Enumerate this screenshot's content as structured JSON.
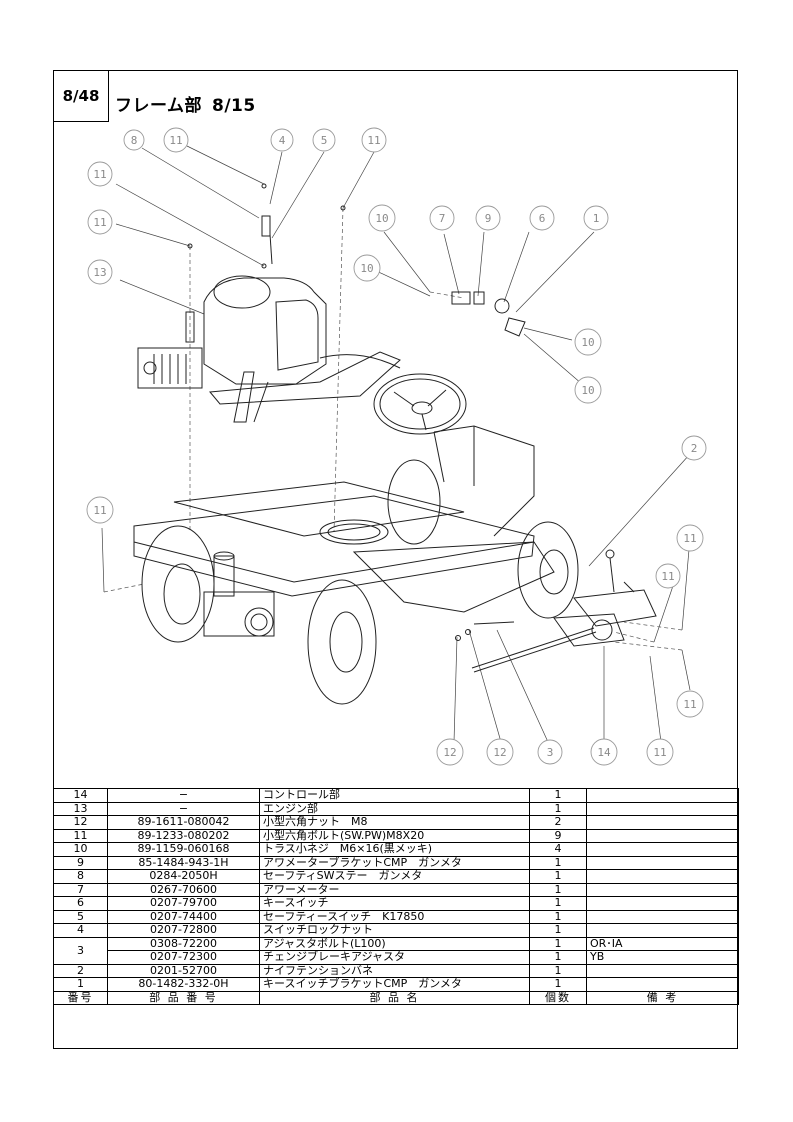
{
  "page": {
    "page_number": "8/48",
    "title": "フレーム部",
    "section_page": "8/15"
  },
  "callouts": [
    "8",
    "11",
    "4",
    "5",
    "11",
    "11",
    "11",
    "10",
    "7",
    "9",
    "6",
    "1",
    "10",
    "10",
    "10",
    "13",
    "2",
    "11",
    "11",
    "11",
    "11",
    "12",
    "12",
    "3",
    "14",
    "11"
  ],
  "table": {
    "header": {
      "no": "番号",
      "part_number": "部 品 番 号",
      "part_name": "部 品 名",
      "qty": "個数",
      "remarks": "備 考"
    },
    "rows": [
      {
        "no": "14",
        "part_number": "−",
        "name": "コントロール部",
        "qty": "1",
        "remarks": ""
      },
      {
        "no": "13",
        "part_number": "−",
        "name": "エンジン部",
        "qty": "1",
        "remarks": ""
      },
      {
        "no": "12",
        "part_number": "89-1611-080042",
        "name": "小型六角ナット　M8",
        "qty": "2",
        "remarks": ""
      },
      {
        "no": "11",
        "part_number": "89-1233-080202",
        "name": "小型六角ボルト(SW.PW)M8X20",
        "qty": "9",
        "remarks": ""
      },
      {
        "no": "10",
        "part_number": "89-1159-060168",
        "name": "トラス小ネジ　M6×16(黒メッキ)",
        "qty": "4",
        "remarks": ""
      },
      {
        "no": "9",
        "part_number": "85-1484-943-1H",
        "name": "アワメーターブラケットCMP　ガンメタ",
        "qty": "1",
        "remarks": ""
      },
      {
        "no": "8",
        "part_number": "0284-2050H",
        "name": "セーフティSWステー　ガンメタ",
        "qty": "1",
        "remarks": ""
      },
      {
        "no": "7",
        "part_number": "0267-70600",
        "name": "アワーメーター",
        "qty": "1",
        "remarks": ""
      },
      {
        "no": "6",
        "part_number": "0207-79700",
        "name": "キースイッチ",
        "qty": "1",
        "remarks": ""
      },
      {
        "no": "5",
        "part_number": "0207-74400",
        "name": "セーフティースイッチ　K17850",
        "qty": "1",
        "remarks": ""
      },
      {
        "no": "4",
        "part_number": "0207-72800",
        "name": "スイッチロックナット",
        "qty": "1",
        "remarks": ""
      },
      {
        "no": "3",
        "part_number": "0308-72200",
        "name": "アジャスタボルト(L100)",
        "qty": "1",
        "remarks": "OR･IA"
      },
      {
        "no": "",
        "part_number": "0207-72300",
        "name": "チェンジブレーキアジャスタ",
        "qty": "1",
        "remarks": "YB"
      },
      {
        "no": "2",
        "part_number": "0201-52700",
        "name": "ナイフテンションバネ",
        "qty": "1",
        "remarks": ""
      },
      {
        "no": "1",
        "part_number": "80-1482-332-0H",
        "name": "キースイッチブラケットCMP　ガンメタ",
        "qty": "1",
        "remarks": ""
      }
    ]
  }
}
